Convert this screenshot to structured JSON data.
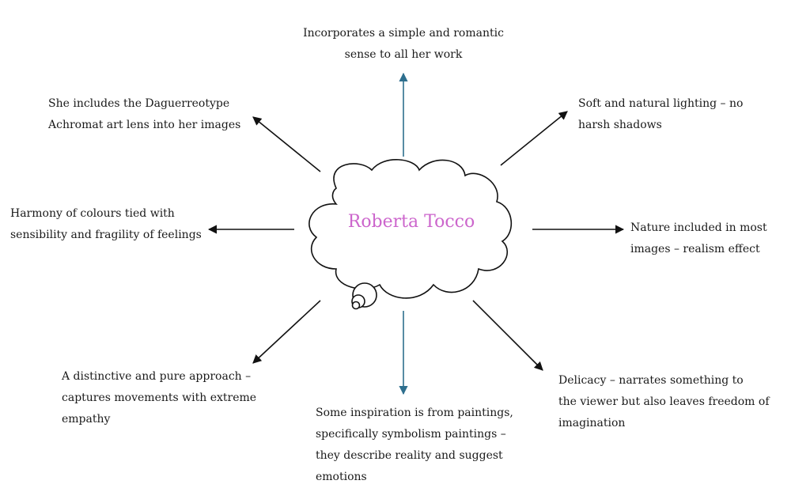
{
  "center": {
    "title": "Roberta Tocco"
  },
  "colors": {
    "title": "#cc66cc",
    "vertical_arrows": "#2e6f8e",
    "other_arrows": "#111111",
    "text": "#1a1a1a"
  },
  "notes": {
    "top": [
      "Incorporates a simple and romantic",
      "sense to all her work"
    ],
    "top_left": [
      "She includes the Daguerreotype",
      "Achromat art lens into her images"
    ],
    "top_right": [
      "Soft and  natural lighting – no",
      "harsh shadows"
    ],
    "left": [
      "Harmony of colours tied with",
      "sensibility and fragility of feelings"
    ],
    "right": [
      "Nature included in most",
      "images – realism effect"
    ],
    "bottom_left": [
      "A distinctive and pure approach –",
      "captures movements with extreme",
      "empathy"
    ],
    "bottom": [
      "Some inspiration is from paintings,",
      "specifically symbolism paintings –",
      "they describe reality and suggest",
      "emotions"
    ],
    "bottom_right": [
      "Delicacy – narrates something to",
      "the viewer but also leaves freedom of",
      "imagination"
    ]
  }
}
